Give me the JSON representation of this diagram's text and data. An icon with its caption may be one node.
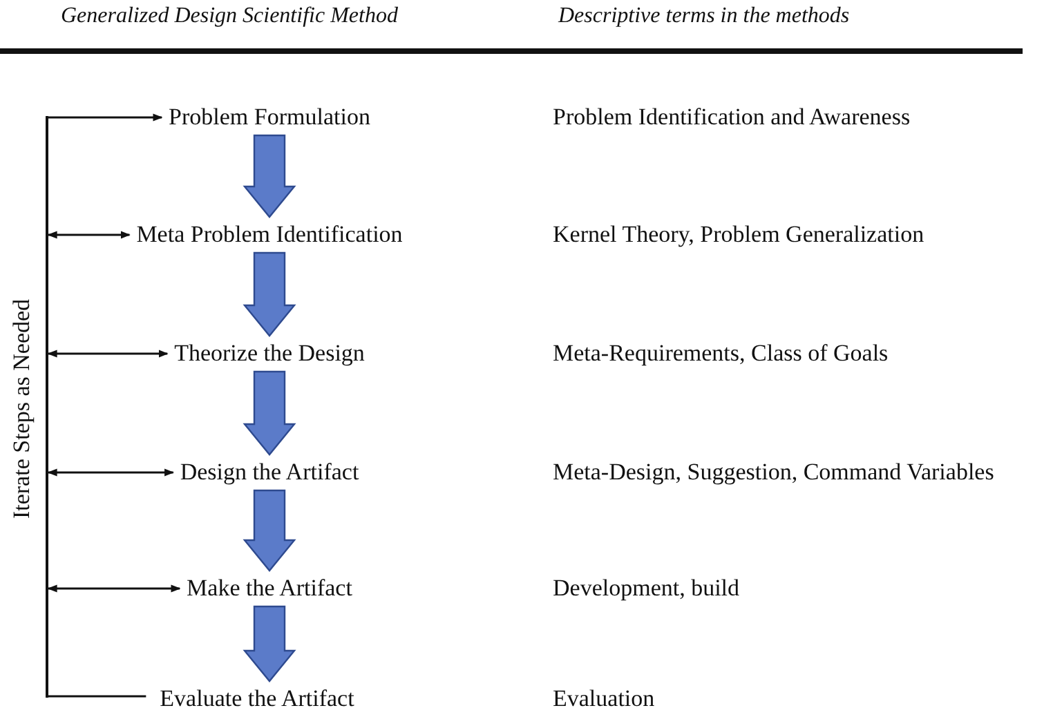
{
  "diagram": {
    "nodes": [
      {
        "text": [
          "Problem Formulation"
        ]
      },
      {
        "text": [
          "Meta Problem Identification"
        ]
      },
      {
        "text": [
          "Theorize the Design"
        ]
      },
      {
        "text": [
          "Design the Artifact"
        ]
      },
      {
        "text": [
          "Make the Artifact"
        ]
      },
      {
        "text": [
          "Evaluate the Artifact"
        ]
      },
      {
        "text": [],
        "shape": "bar",
        "beside": [
          "Iterate Steps as Needed"
        ]
      }
    ],
    "edges": [
      {
        "from": 0,
        "to": 1,
        "arrow": "to",
        "style": "thick",
        "color": "#5b7bc9"
      },
      {
        "from": 1,
        "to": 2,
        "arrow": "to",
        "style": "thick",
        "color": "#5b7bc9"
      },
      {
        "from": 2,
        "to": 3,
        "arrow": "to",
        "style": "thick",
        "color": "#5b7bc9"
      },
      {
        "from": 3,
        "to": 4,
        "arrow": "to",
        "style": "thick",
        "color": "#5b7bc9"
      },
      {
        "from": 4,
        "to": 5,
        "arrow": "to",
        "style": "thick",
        "color": "#5b7bc9"
      },
      {
        "from": 6,
        "to": 0,
        "arrow": "to"
      },
      {
        "from": 6,
        "to": 1,
        "arrow": "both"
      },
      {
        "from": 6,
        "to": 2,
        "arrow": "both"
      },
      {
        "from": 6,
        "to": 3,
        "arrow": "both"
      },
      {
        "from": 6,
        "to": 4,
        "arrow": "both"
      },
      {
        "from": 6,
        "to": 5,
        "arrow": "none"
      }
    ],
    "labels": [
      "Generalized Design Scientific Method",
      "Descriptive terms in the methods",
      "Problem Identification and Awareness",
      "Kernel Theory, Problem Generalization",
      "Meta-Requirements, Class of Goals",
      "Meta-Design, Suggestion, Command Variables",
      "Development, build",
      "Evaluation"
    ]
  }
}
